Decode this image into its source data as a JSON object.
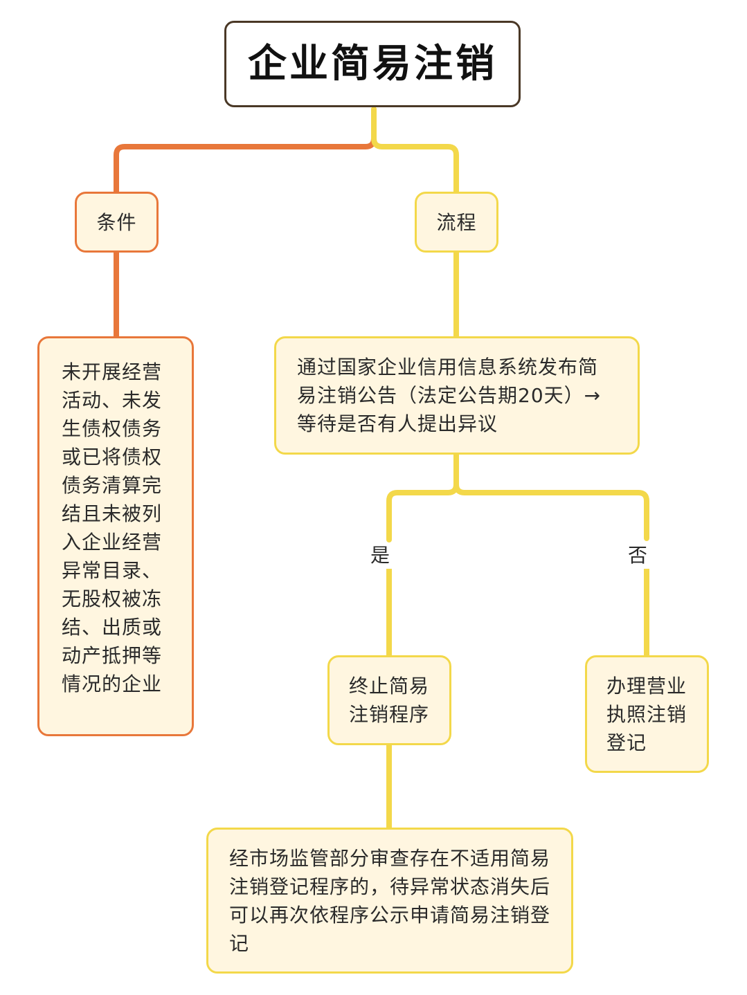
{
  "title": "企业简易注销",
  "conditions": {
    "label": "条件",
    "text": "未开展经营活动、未发生债权债务或已将债权债务清算完结且未被列入企业经营异常目录、无股权被冻结、出质或动产抵押等情况的企业"
  },
  "process": {
    "label": "流程",
    "announcement": "通过国家企业信用信息系统发布简易注销公告（法定公告期20天）→等待是否有人提出异议",
    "yes_label": "是",
    "no_label": "否",
    "terminate": "终止简易注销程序",
    "cancel_registration": "办理营业执照注销登记",
    "review": "经市场监管部分审查存在不适用简易注销登记程序的，待异常状态消失后可以再次依程序公示申请简易注销登记"
  },
  "colors": {
    "orange_branch": "#e8773a",
    "yellow_branch": "#f3d84a",
    "node_fill": "#fff6e0",
    "title_border": "#4a3826"
  }
}
